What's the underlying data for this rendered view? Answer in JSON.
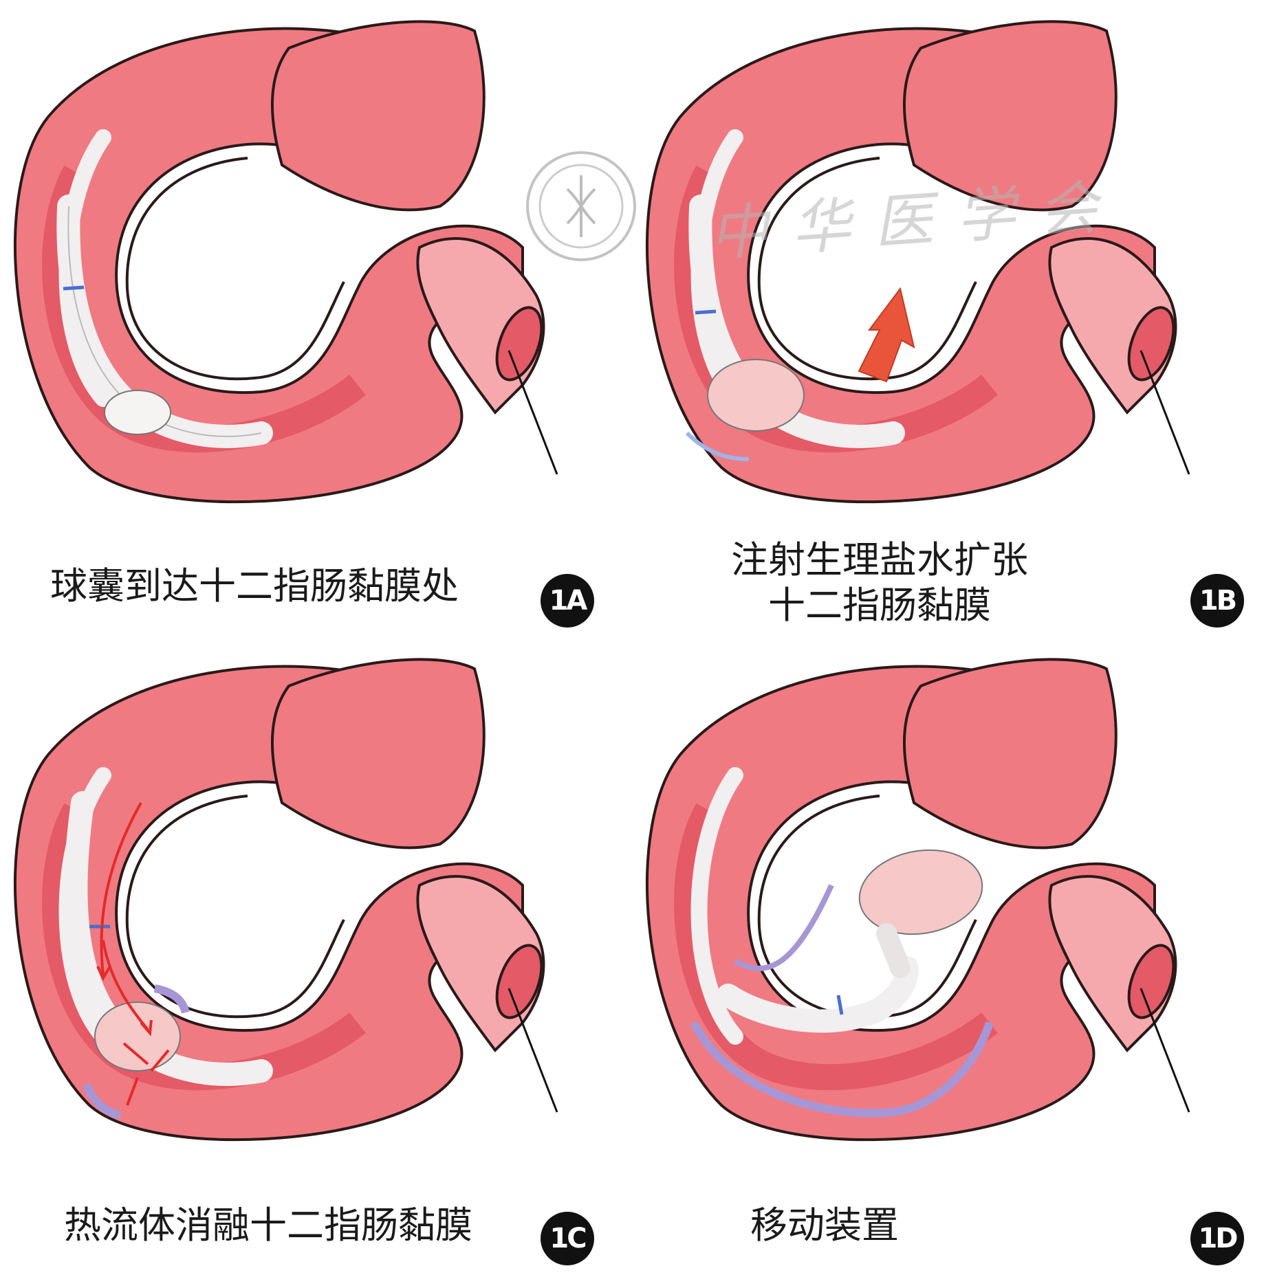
{
  "panels": [
    {
      "id": "1A",
      "badge": "1A",
      "caption_lines": [
        "球囊到达十二指肠黏膜处"
      ]
    },
    {
      "id": "1B",
      "badge": "1B",
      "caption_lines": [
        "注射生理盐水扩张",
        "十二指肠黏膜"
      ]
    },
    {
      "id": "1C",
      "badge": "1C",
      "caption_lines": [
        "热流体消融十二指肠黏膜"
      ]
    },
    {
      "id": "1D",
      "badge": "1D",
      "caption_lines": [
        "移动装置"
      ]
    }
  ],
  "watermark": {
    "text": "中华医学会",
    "seal": "seal-emblem"
  },
  "colors": {
    "tissue_outer": "#f07a82",
    "tissue_inner": "#e45a66",
    "tissue_light": "#f6a9ad",
    "outline": "#2a1a1a",
    "catheter": "#f1efef",
    "band_blue": "#4a6fd0",
    "ablation_purple": "#a796d6",
    "arrow_orange": "#e8553a",
    "flow_red": "#e52a2a"
  }
}
